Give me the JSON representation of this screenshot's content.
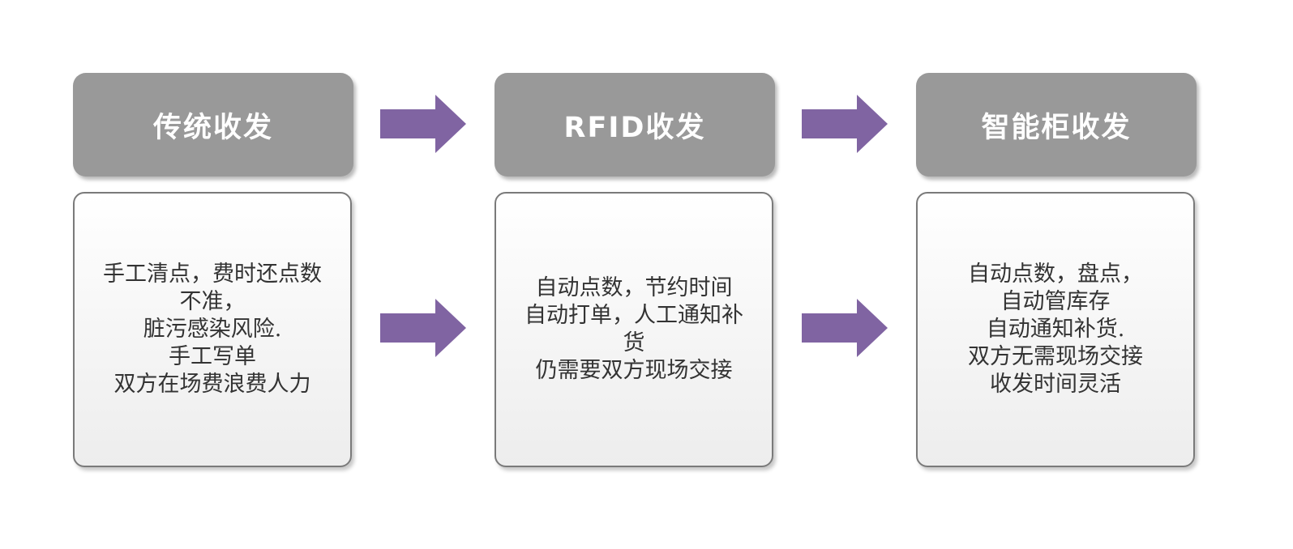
{
  "colors": {
    "header_bg": "#999999",
    "header_text": "#ffffff",
    "body_border": "#7a7a7a",
    "body_text": "#333333",
    "arrow": "#8064a2"
  },
  "stages": [
    {
      "title": "传统收发",
      "lines": [
        "手工清点，费时还点数",
        "不准，",
        "脏污感染风险.",
        "手工写单",
        "双方在场费浪费人力"
      ]
    },
    {
      "title": "RFID收发",
      "lines": [
        "自动点数，节约时间",
        "自动打单，人工通知补",
        "货",
        "仍需要双方现场交接"
      ]
    },
    {
      "title": "智能柜收发",
      "lines": [
        "自动点数，盘点，",
        "自动管库存",
        "自动通知补货.",
        "双方无需现场交接",
        "收发时间灵活"
      ]
    }
  ],
  "arrows": {
    "icon": "arrow-right-icon"
  }
}
